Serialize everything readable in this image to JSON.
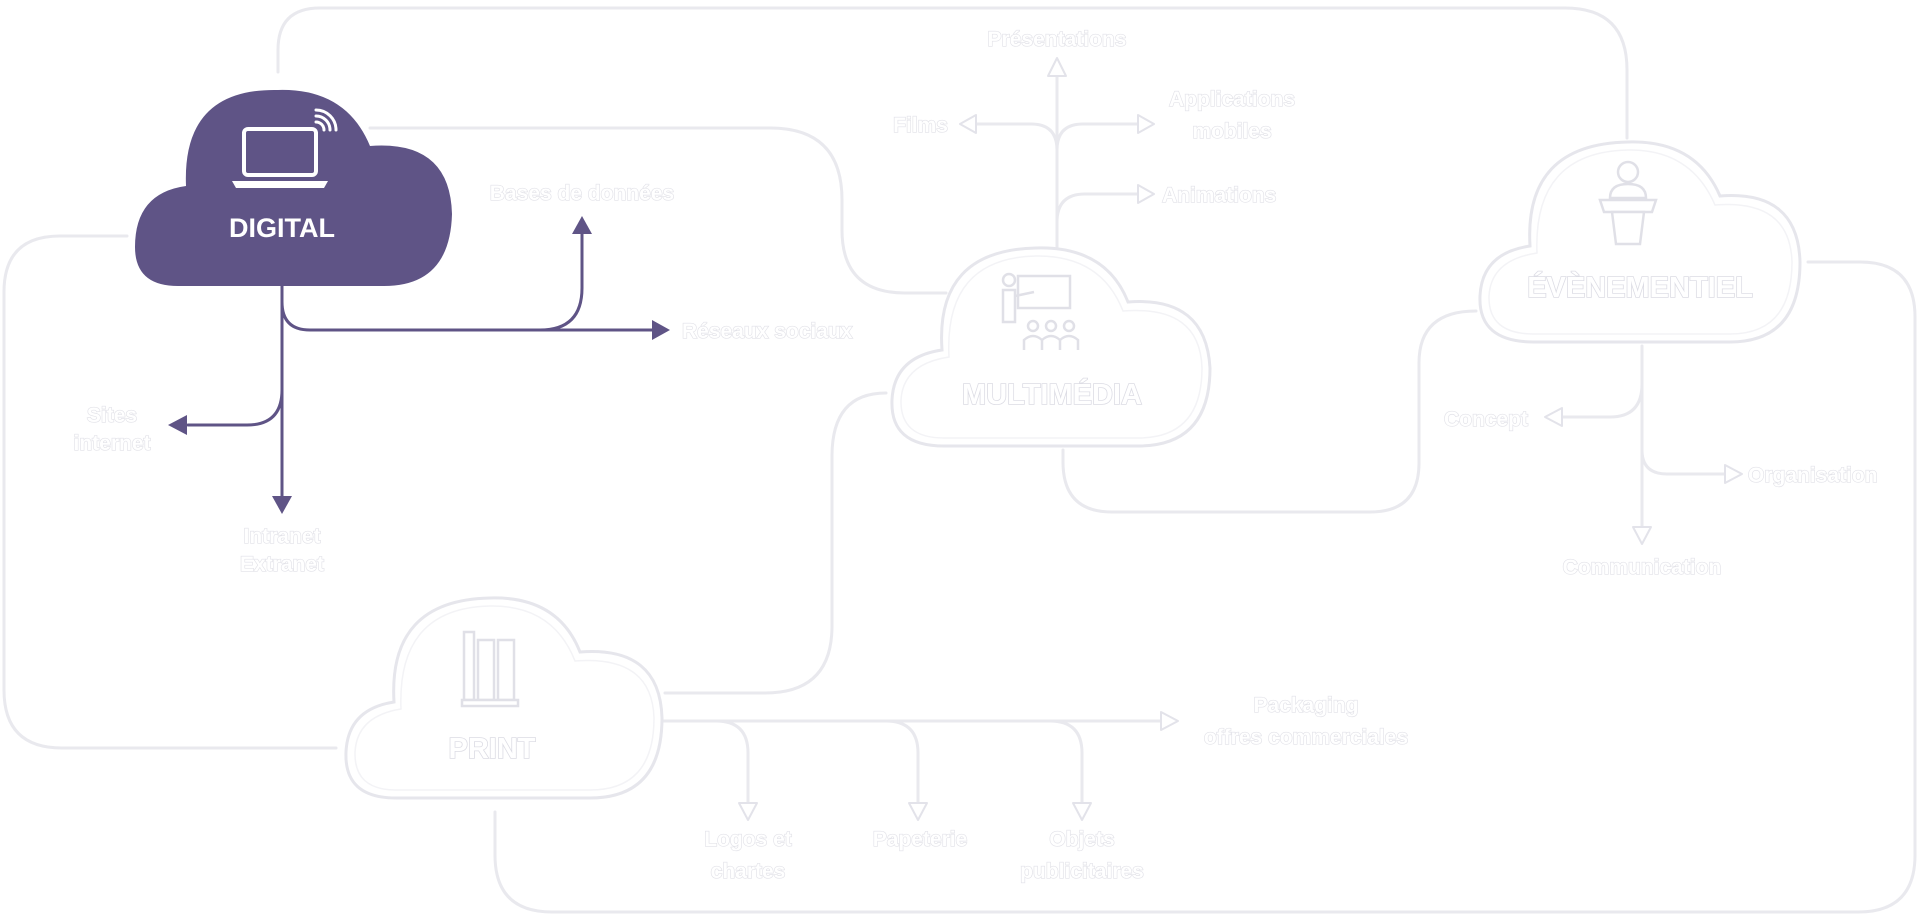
{
  "diagram": {
    "hubs": {
      "digital": "DIGITAL",
      "multimedia": "MULTIMÉDIA",
      "evenementiel": "ÉVÈNEMENTIEL",
      "print": "PRINT"
    },
    "digital_outputs": {
      "bases": "Bases de données",
      "reseaux": "Réseaux sociaux",
      "sites": [
        "Sites",
        "internet"
      ],
      "intranet": [
        "Intranet",
        "Extranet"
      ]
    },
    "multimedia_outputs": {
      "presentations": "Présentations",
      "films": "Films",
      "applications": [
        "Applications",
        "mobiles"
      ],
      "animations": "Animations"
    },
    "evenementiel_outputs": {
      "concept": "Concept",
      "organisation": "Organisation",
      "communication": "Communication"
    },
    "print_outputs": {
      "packaging": [
        "Packaging",
        "offres commerciales"
      ],
      "logos": [
        "Logos et",
        "chartes"
      ],
      "papeterie": "Papeterie",
      "objets": [
        "Objets",
        "publicitaires"
      ]
    },
    "colors": {
      "active": "#5f5486",
      "inactive_outline": "#e6e6ec",
      "background": "#ffffff"
    },
    "active_hub": "digital",
    "icons": {
      "digital": "laptop-wifi-icon",
      "multimedia": "presenter-audience-icon",
      "evenementiel": "speaker-podium-icon",
      "print": "books-icon"
    }
  }
}
